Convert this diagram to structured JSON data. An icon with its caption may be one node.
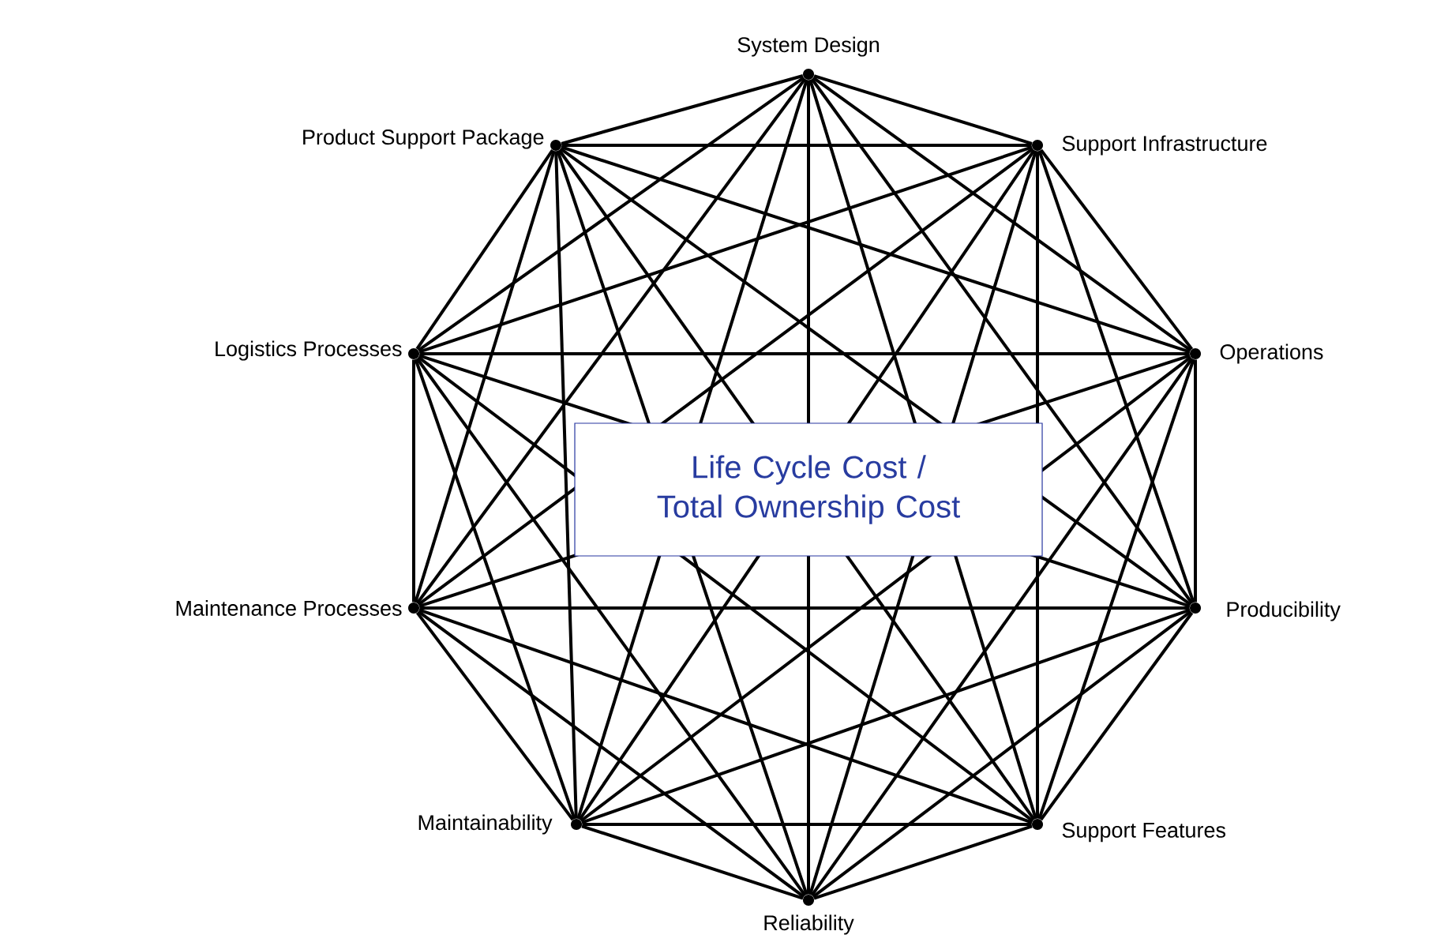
{
  "diagram": {
    "nodes": [
      {
        "text": [],
        "shape": "circle",
        "beside": [
          "System Design"
        ]
      },
      {
        "text": [],
        "shape": "circle",
        "beside": [
          "Support Infrastructure"
        ]
      },
      {
        "text": [],
        "shape": "circle",
        "beside": [
          "Operations"
        ]
      },
      {
        "text": [],
        "shape": "circle",
        "beside": [
          "Producibility"
        ]
      },
      {
        "text": [],
        "shape": "circle",
        "beside": [
          "Support Features"
        ]
      },
      {
        "text": [],
        "shape": "circle",
        "beside": [
          "Reliability"
        ]
      },
      {
        "text": [],
        "shape": "circle",
        "beside": [
          "Maintainability"
        ]
      },
      {
        "text": [],
        "shape": "circle",
        "beside": [
          "Maintenance Processes"
        ]
      },
      {
        "text": [],
        "shape": "circle",
        "beside": [
          "Logistics Processes"
        ]
      },
      {
        "text": [],
        "shape": "circle",
        "beside": [
          "Product Support Package"
        ]
      }
    ],
    "labels": [
      "Life Cycle Cost / Total Ownership Cost"
    ],
    "edges": [
      {
        "from": 0,
        "to": 1,
        "arrow": "none"
      },
      {
        "from": 0,
        "to": 2,
        "arrow": "none"
      },
      {
        "from": 0,
        "to": 3,
        "arrow": "none"
      },
      {
        "from": 0,
        "to": 4,
        "arrow": "none"
      },
      {
        "from": 0,
        "to": 5,
        "arrow": "none"
      },
      {
        "from": 0,
        "to": 6,
        "arrow": "none"
      },
      {
        "from": 0,
        "to": 7,
        "arrow": "none"
      },
      {
        "from": 0,
        "to": 8,
        "arrow": "none"
      },
      {
        "from": 0,
        "to": 9,
        "arrow": "none"
      },
      {
        "from": 1,
        "to": 2,
        "arrow": "none"
      },
      {
        "from": 1,
        "to": 3,
        "arrow": "none"
      },
      {
        "from": 1,
        "to": 4,
        "arrow": "none"
      },
      {
        "from": 1,
        "to": 5,
        "arrow": "none"
      },
      {
        "from": 1,
        "to": 6,
        "arrow": "none"
      },
      {
        "from": 1,
        "to": 7,
        "arrow": "none"
      },
      {
        "from": 1,
        "to": 8,
        "arrow": "none"
      },
      {
        "from": 1,
        "to": 9,
        "arrow": "none"
      },
      {
        "from": 2,
        "to": 3,
        "arrow": "none"
      },
      {
        "from": 2,
        "to": 4,
        "arrow": "none"
      },
      {
        "from": 2,
        "to": 5,
        "arrow": "none"
      },
      {
        "from": 2,
        "to": 6,
        "arrow": "none"
      },
      {
        "from": 2,
        "to": 7,
        "arrow": "none"
      },
      {
        "from": 2,
        "to": 8,
        "arrow": "none"
      },
      {
        "from": 2,
        "to": 9,
        "arrow": "none"
      },
      {
        "from": 3,
        "to": 4,
        "arrow": "none"
      },
      {
        "from": 3,
        "to": 5,
        "arrow": "none"
      },
      {
        "from": 3,
        "to": 6,
        "arrow": "none"
      },
      {
        "from": 3,
        "to": 7,
        "arrow": "none"
      },
      {
        "from": 3,
        "to": 8,
        "arrow": "none"
      },
      {
        "from": 3,
        "to": 9,
        "arrow": "none"
      },
      {
        "from": 4,
        "to": 5,
        "arrow": "none"
      },
      {
        "from": 4,
        "to": 6,
        "arrow": "none"
      },
      {
        "from": 4,
        "to": 7,
        "arrow": "none"
      },
      {
        "from": 4,
        "to": 8,
        "arrow": "none"
      },
      {
        "from": 4,
        "to": 9,
        "arrow": "none"
      },
      {
        "from": 5,
        "to": 6,
        "arrow": "none"
      },
      {
        "from": 5,
        "to": 7,
        "arrow": "none"
      },
      {
        "from": 5,
        "to": 8,
        "arrow": "none"
      },
      {
        "from": 5,
        "to": 9,
        "arrow": "none"
      },
      {
        "from": 6,
        "to": 7,
        "arrow": "none"
      },
      {
        "from": 6,
        "to": 8,
        "arrow": "none"
      },
      {
        "from": 6,
        "to": 9,
        "arrow": "none"
      },
      {
        "from": 7,
        "to": 8,
        "arrow": "none"
      },
      {
        "from": 7,
        "to": 9,
        "arrow": "none"
      },
      {
        "from": 8,
        "to": 9,
        "arrow": "none"
      }
    ]
  }
}
